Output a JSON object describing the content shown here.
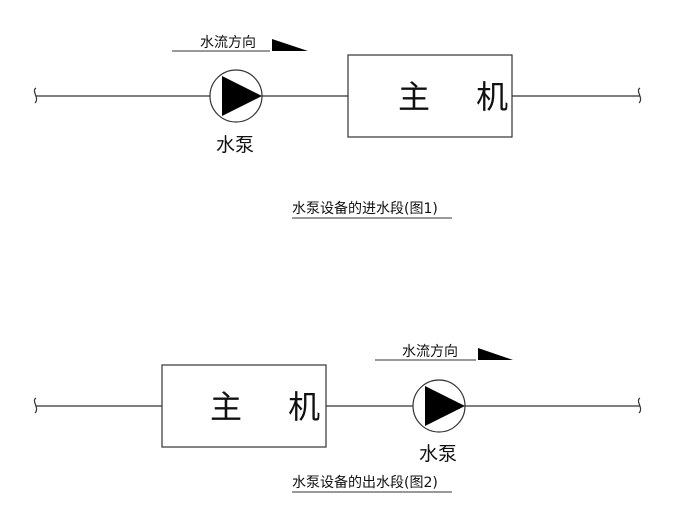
{
  "diagram1": {
    "flow_label": "水流方向",
    "pump_label": "水泵",
    "host_label": "主 机",
    "caption": "水泵设备的进水段(图1)"
  },
  "diagram2": {
    "flow_label": "水流方向",
    "pump_label": "水泵",
    "host_label": "主 机",
    "caption": "水泵设备的出水段(图2)"
  },
  "colors": {
    "line": "#333333",
    "fill": "#000000",
    "background": "#ffffff"
  }
}
